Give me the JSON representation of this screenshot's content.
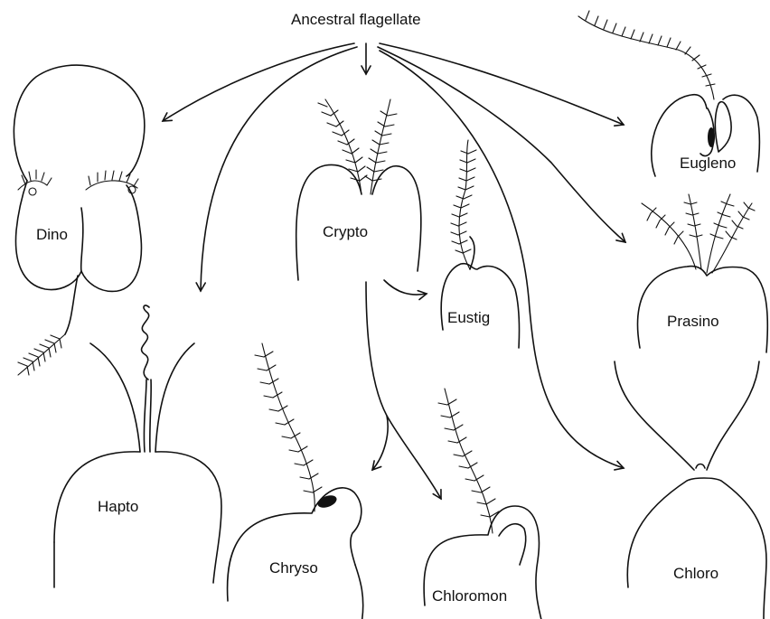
{
  "diagram": {
    "title": "Ancestral flagellate",
    "groups": {
      "dino": "Dino",
      "hapto": "Hapto",
      "crypto": "Crypto",
      "chryso": "Chryso",
      "eustig": "Eustig",
      "chloromon": "Chloromon",
      "eugleno": "Eugleno",
      "prasino": "Prasino",
      "chloro": "Chloro"
    }
  }
}
